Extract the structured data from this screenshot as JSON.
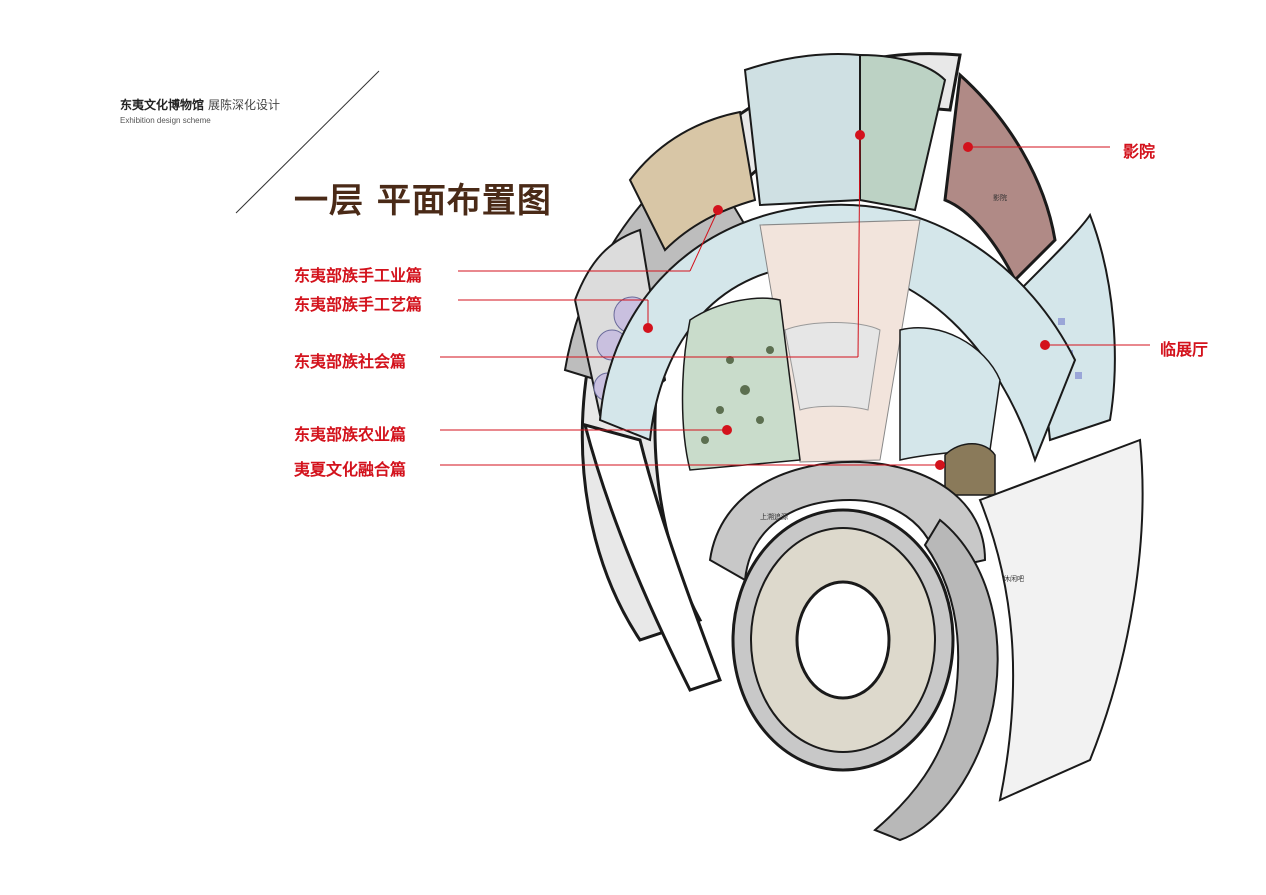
{
  "header": {
    "title_main": "东夷文化博物馆",
    "title_sub": "展陈深化设计",
    "title_en": "Exhibition design scheme"
  },
  "page_title": "一层 平面布置图",
  "labels": {
    "handicraft_industry": "东夷部族手工业篇",
    "handicraft_art": "东夷部族手工艺篇",
    "society": "东夷部族社会篇",
    "agriculture": "东夷部族农业篇",
    "culture_fusion": "夷夏文化融合篇",
    "cinema": "影院",
    "temp_hall": "临展厅"
  },
  "plan_text": {
    "cinema_room": "影院",
    "origin_room": "上溯追源",
    "leisure": "休闲吧"
  },
  "colors": {
    "accent_red": "#d3121c",
    "title_brown": "#4a2a17",
    "corridor": "#d4e6ea",
    "cinema": "#b08a86",
    "wall": "#1a1a1a"
  }
}
